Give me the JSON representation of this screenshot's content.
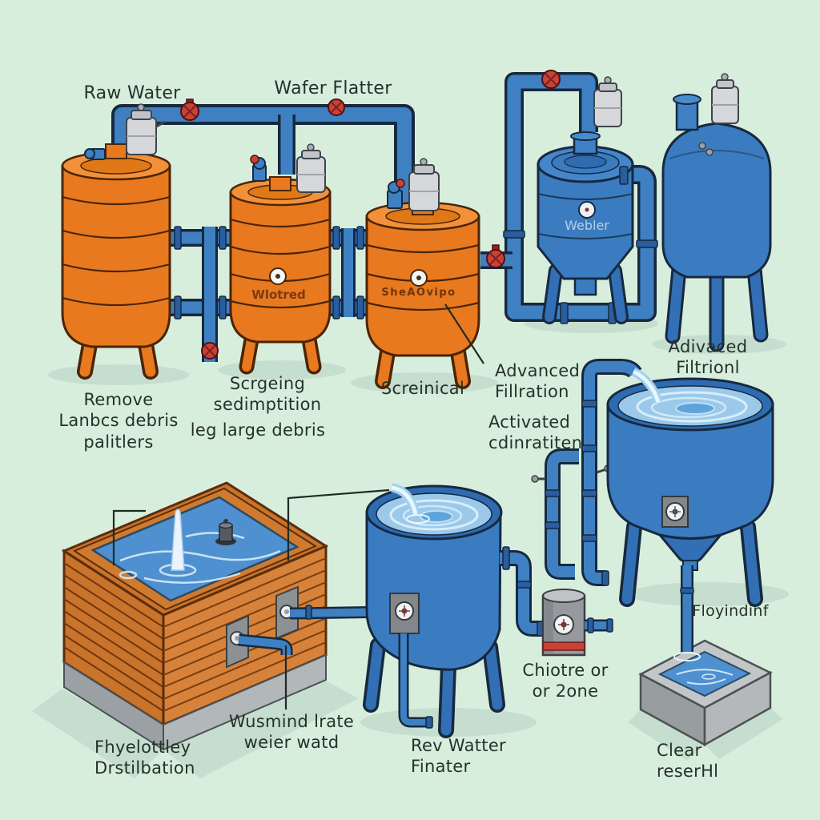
{
  "diagram": {
    "type": "water-treatment-process-illustration",
    "colors": {
      "background": "#d8eedd",
      "orange_tank": "#e8791f",
      "blue_tank": "#3b7cc1",
      "pipe_blue": "#3f80c3",
      "flange_blue": "#2a5d9e",
      "valve_red": "#c8423a",
      "motor_gray": "#d6d7db",
      "wood": "#c9732b",
      "water": "#4f90d0",
      "water_light": "#9cc9ea",
      "concrete": "#b4b8bb",
      "ink": "#26312a"
    },
    "labels": {
      "raw_water": "Raw Water",
      "wafer_flatter": "Wafer Flatter",
      "remove": {
        "l1": "Remove",
        "l2": "Lanbcs debris",
        "l3": "palitlers"
      },
      "screening": {
        "l1": "Scrgeing",
        "l2": "sedimptition"
      },
      "large_debris": "leg large debris",
      "screnical": "Screinical",
      "advanced_filtration": {
        "l1": "Advanced",
        "l2": "Fillration"
      },
      "activated": {
        "l1": "Activated",
        "l2": "cdinratiten"
      },
      "advaced_filtrionl": {
        "l1": "Adivaced",
        "l2": "Filtrionl"
      },
      "physical_distribution": {
        "l1": "Fhyelottley",
        "l2": "Drstilbation"
      },
      "washed_water": {
        "l1": "Wusmind lrate",
        "l2": "weier watd"
      },
      "rev_water": {
        "l1": "Rev Watter",
        "l2": "Finater"
      },
      "chlorine": {
        "l1": "Chiotre or",
        "l2": "or 2one"
      },
      "flowing": "Floyindinf",
      "clear_reservoir": {
        "l1": "Clear",
        "l2": "reserHl"
      }
    },
    "badges": {
      "tank2": "Wlotred",
      "tank3": "SheAOvipo",
      "blue_tank": "Webler"
    }
  }
}
